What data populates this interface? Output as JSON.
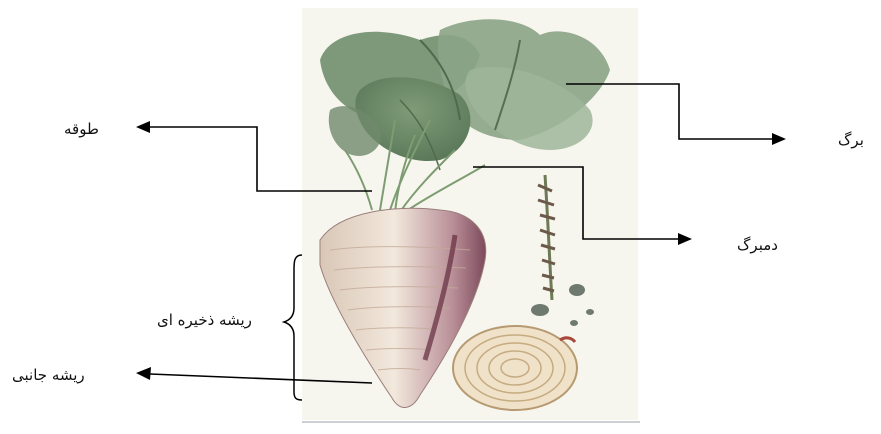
{
  "labels": {
    "leaf": "برگ",
    "crown": "طوقه",
    "petiole": "دمبرگ",
    "storage_root": "ریشه ذخیره ای",
    "lateral_root": "ریشه جانبی"
  }
}
